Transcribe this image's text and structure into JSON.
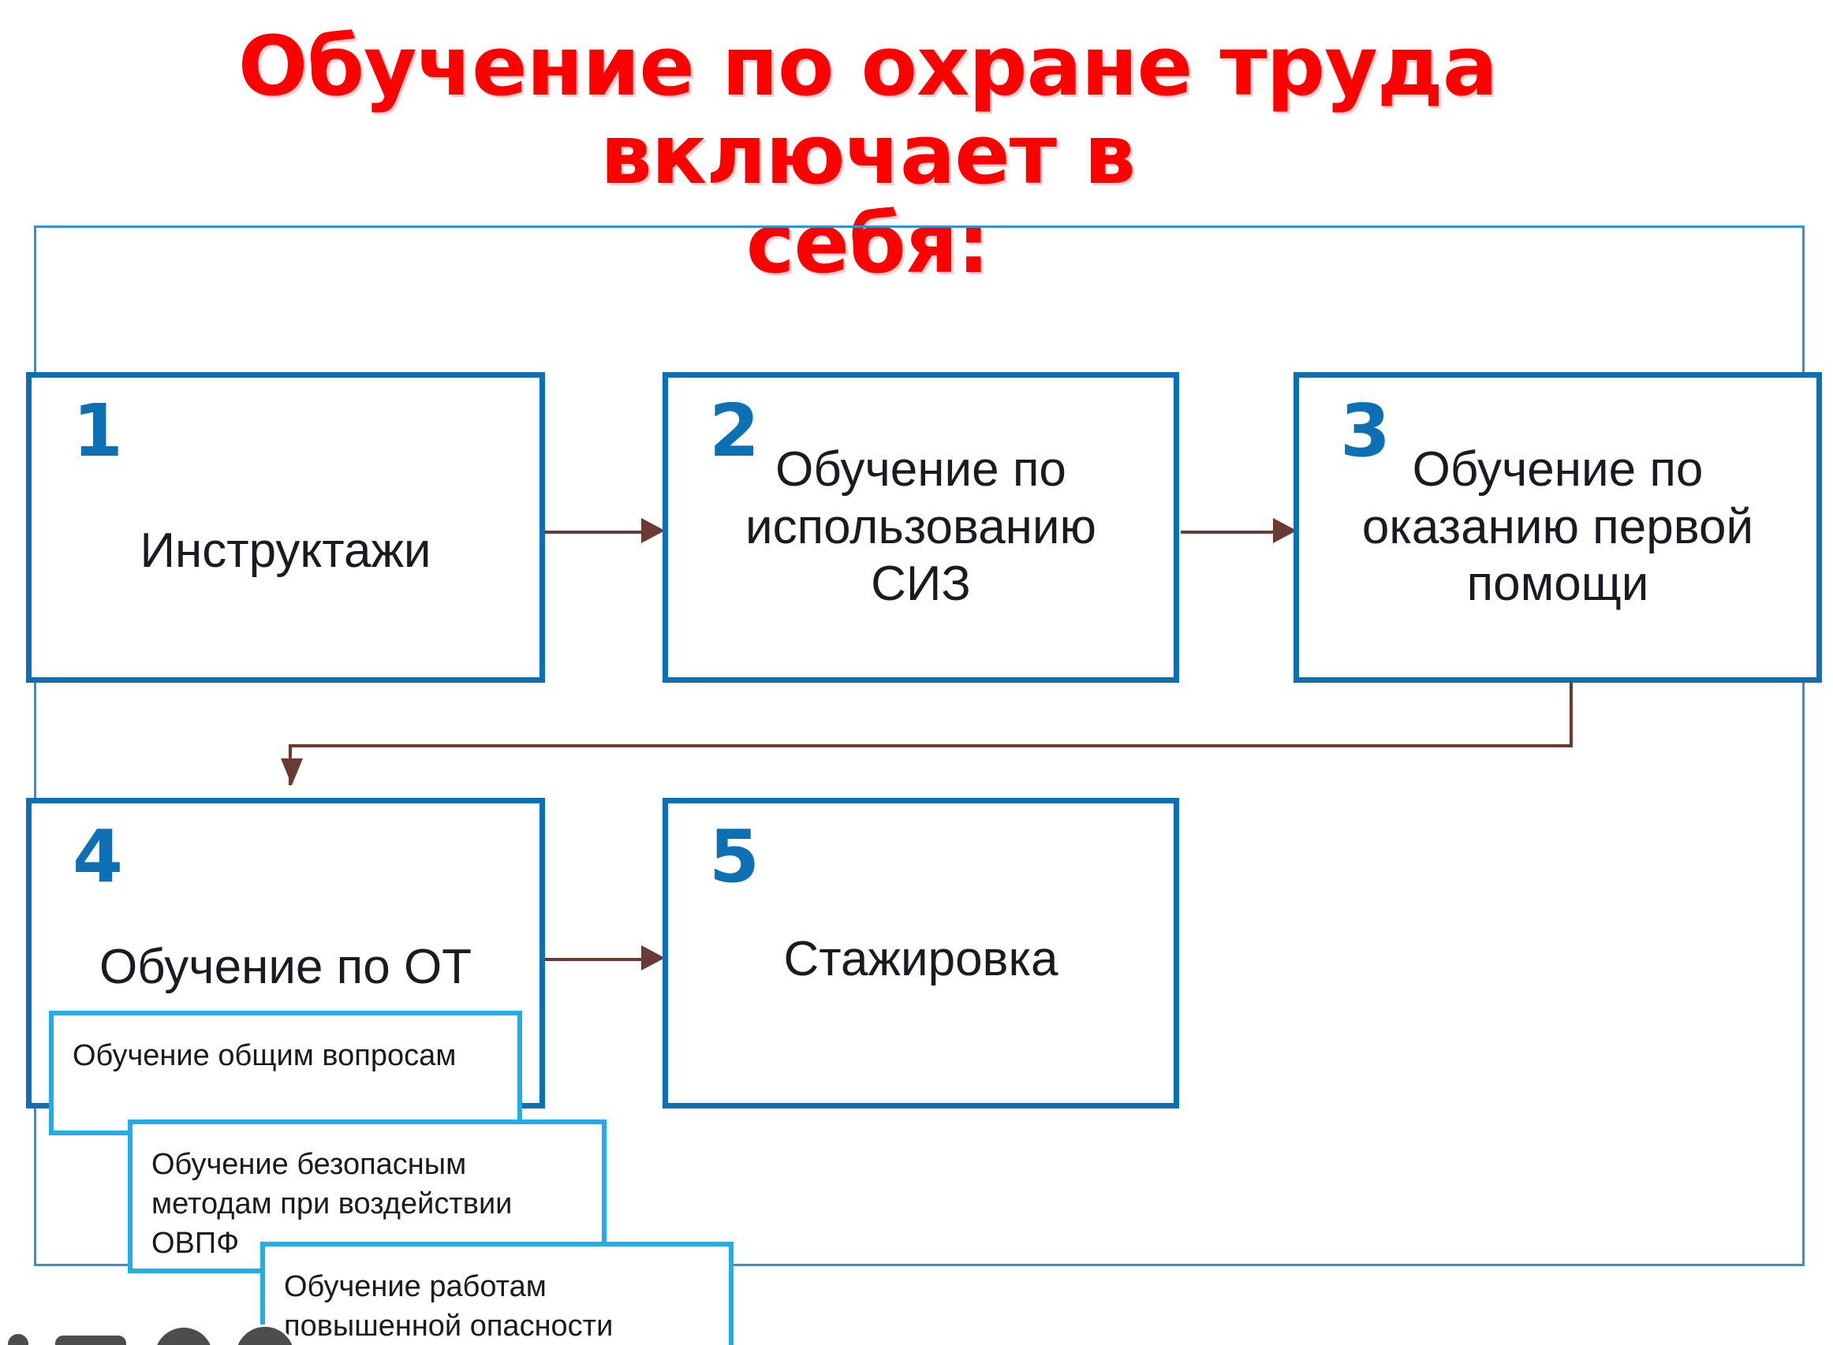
{
  "slide": {
    "title": "Обучение по охране труда включает в\nсебя:",
    "title_color": "#FE0000",
    "accent_blue": "#0D70B4",
    "sub_blue": "#21ADE6",
    "frame_blue": "#2E93D1",
    "arrow_color": "#6B3B33"
  },
  "steps": [
    {
      "number": "1",
      "label": "Инструктажи"
    },
    {
      "number": "2",
      "label": "Обучение по\nиспользованию\nСИЗ"
    },
    {
      "number": "3",
      "label": "Обучение по\nоказанию первой\nпомощи"
    },
    {
      "number": "4",
      "label": "Обучение по ОТ"
    },
    {
      "number": "5",
      "label": "Стажировка"
    }
  ],
  "sub_items": [
    {
      "label": "Обучение общим вопросам"
    },
    {
      "label": "Обучение безопасным\nметодам при воздействии\nОВПФ"
    },
    {
      "label": "Обучение работам\nповышенной опасности"
    }
  ]
}
